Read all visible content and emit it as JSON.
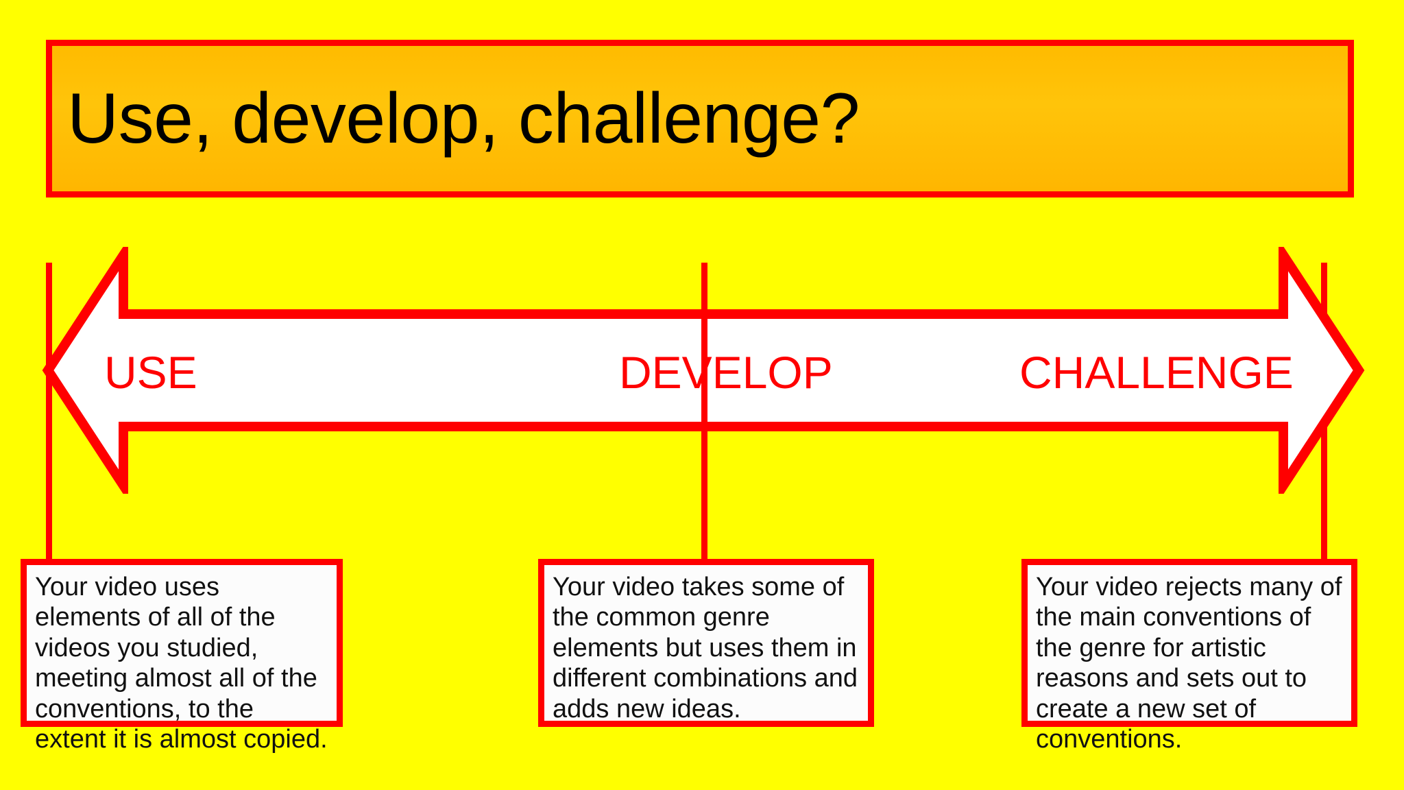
{
  "slide": {
    "background_color": "#FFFF00",
    "accent_color": "#FF0000",
    "title_fill_color": "#FFBB00"
  },
  "title": {
    "text": "Use, develop, challenge?"
  },
  "spectrum": {
    "arrow_color_fill": "#FFFFFF",
    "arrow_color_stroke": "#FF0000",
    "labels": [
      {
        "id": "use",
        "text": "USE"
      },
      {
        "id": "develop",
        "text": "DEVELOP"
      },
      {
        "id": "challenge",
        "text": "CHALLENGE"
      }
    ]
  },
  "descriptions": [
    {
      "id": "use",
      "text": "Your video uses elements of all of the videos you studied, meeting almost all of the conventions, to the extent it is almost copied."
    },
    {
      "id": "develop",
      "text": "Your video takes some of the common genre elements but uses them in different combinations and adds new ideas."
    },
    {
      "id": "challenge",
      "text": "Your video rejects many of the main conventions of the genre for artistic reasons and sets out to create a new set of conventions."
    }
  ]
}
